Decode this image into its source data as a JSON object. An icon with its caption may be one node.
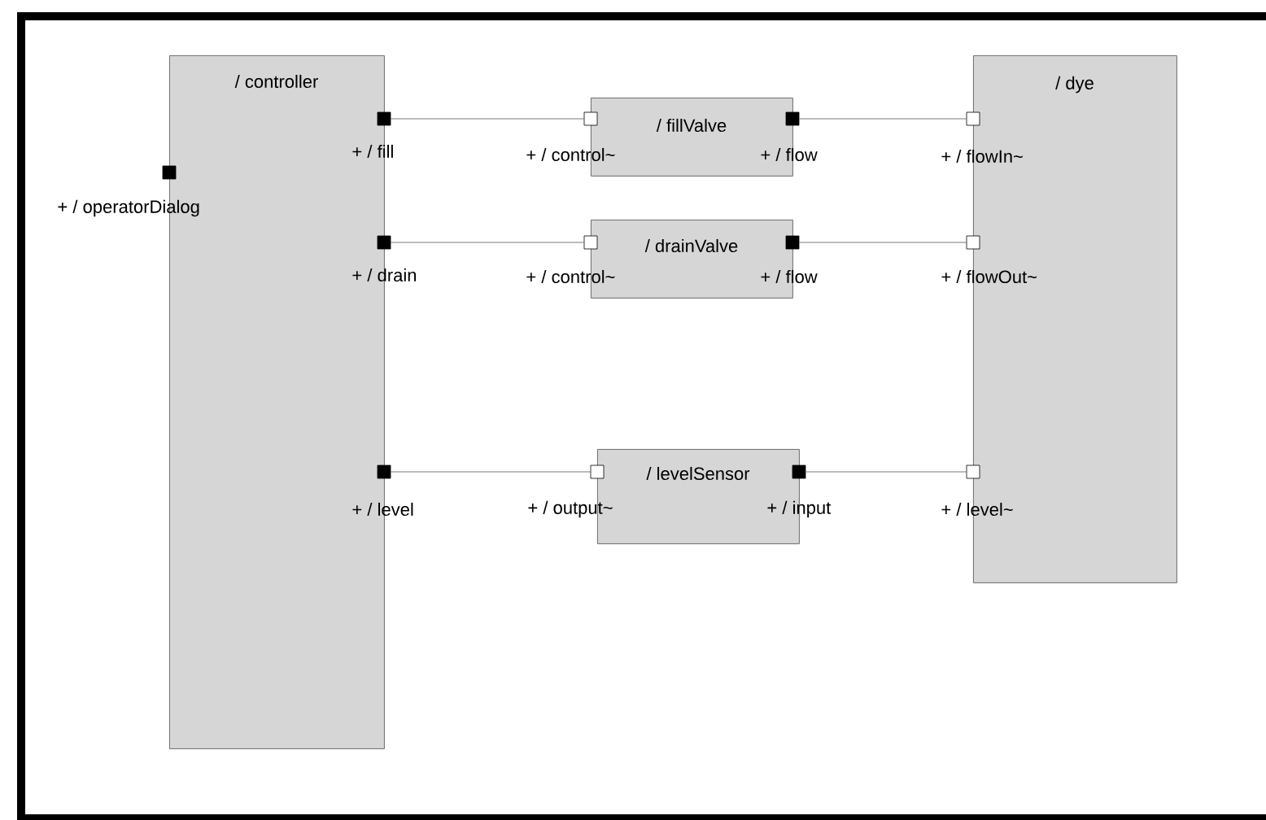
{
  "diagram": {
    "nodes": [
      {
        "text": [
          "/ controller"
        ]
      },
      {
        "text": [
          "/ fillValve"
        ]
      },
      {
        "text": [
          "/ drainValve"
        ]
      },
      {
        "text": [
          "/ levelSensor"
        ]
      },
      {
        "text": [
          "/ dye"
        ]
      },
      {
        "text": [],
        "shape": "box"
      },
      {
        "text": [],
        "shape": "box"
      },
      {
        "text": [],
        "shape": "box"
      },
      {
        "text": [],
        "shape": "box"
      },
      {
        "text": [],
        "shape": "box"
      },
      {
        "text": [],
        "shape": "box"
      },
      {
        "text": [],
        "shape": "box"
      },
      {
        "text": [],
        "shape": "box"
      },
      {
        "text": [],
        "shape": "box"
      },
      {
        "text": [],
        "shape": "box"
      },
      {
        "text": [],
        "shape": "box"
      },
      {
        "text": [],
        "shape": "box"
      },
      {
        "text": [],
        "shape": "box"
      }
    ],
    "edges": [
      {
        "from": 6,
        "to": 9,
        "arrow": "none"
      },
      {
        "from": 10,
        "to": 15,
        "arrow": "none"
      },
      {
        "from": 7,
        "to": 11,
        "arrow": "none"
      },
      {
        "from": 12,
        "to": 16,
        "arrow": "none"
      },
      {
        "from": 8,
        "to": 13,
        "arrow": "none"
      },
      {
        "from": 14,
        "to": 17,
        "arrow": "none"
      }
    ],
    "labels": [
      "+ / fill",
      "+ / control~",
      "+ / flow",
      "+ / flowIn~",
      "+ / operatorDialog",
      "+ / drain",
      "+ / control~",
      "+ / flow",
      "+ / flowOut~",
      "+ / level",
      "+ / output~",
      "+ / input",
      "+ / level~"
    ]
  }
}
